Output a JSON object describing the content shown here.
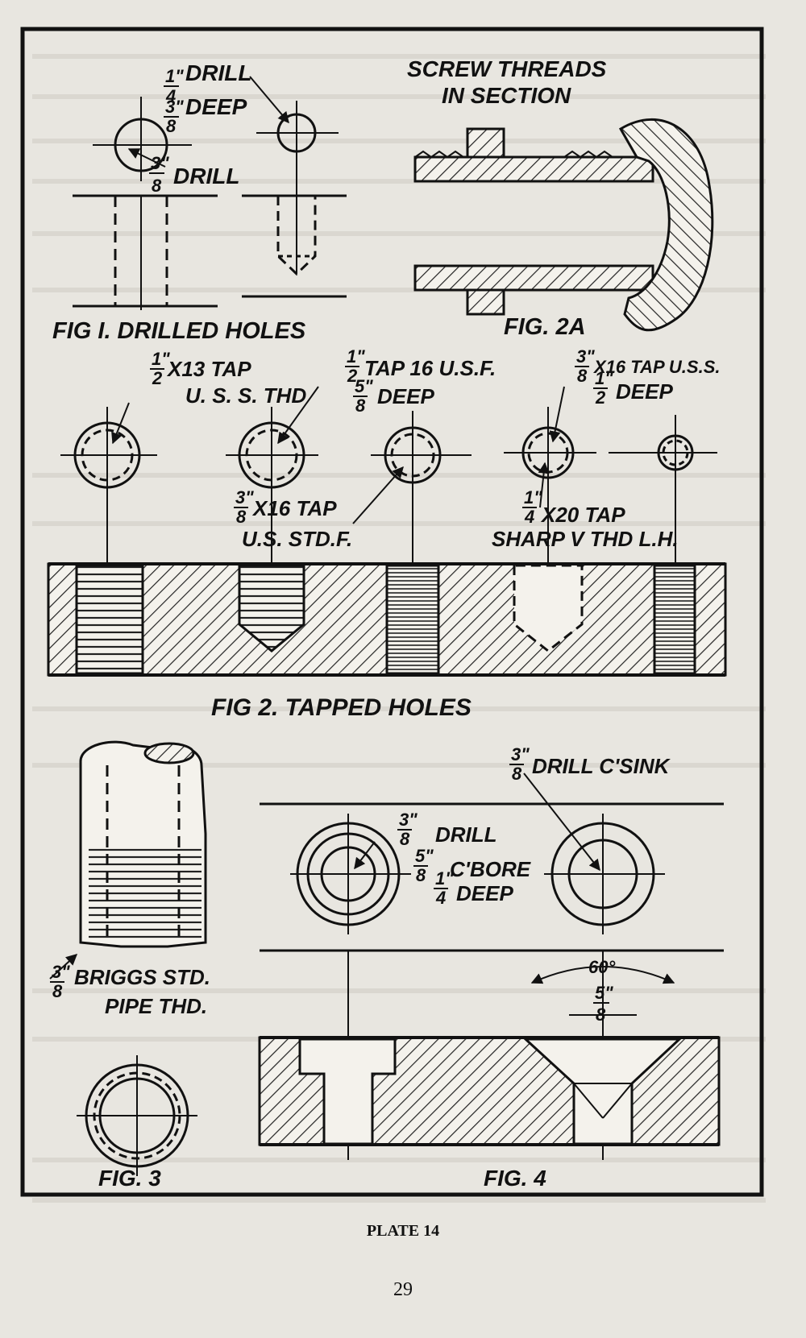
{
  "plate": {
    "caption": "PLATE 14",
    "page_number": "29"
  },
  "fig1": {
    "note_a_1": "1\"",
    "note_a_2": "4",
    "note_a_3": "DRILL",
    "note_b_1": "3\"",
    "note_b_2": "8",
    "note_b_3": "DEEP",
    "note_c_1": "3\"",
    "note_c_2": "8",
    "note_c_3": "DRILL",
    "title": "FIG I. DRILLED HOLES"
  },
  "fig2a": {
    "header_1": "SCREW THREADS",
    "header_2": "IN SECTION",
    "title": "FIG. 2A"
  },
  "fig2": {
    "n1_1": "1\"",
    "n1_2": "2",
    "n1_3": "X13 TAP",
    "n1_4": "U. S. S. THD",
    "n2_1": "1\"",
    "n2_2": "2",
    "n2_3": "TAP 16 U.S.F.",
    "n2_4": "5\"",
    "n2_5": "8",
    "n2_6": "DEEP",
    "n3_1": "3\"",
    "n3_2": "8",
    "n3_3": "X16 TAP U.S.S.",
    "n3_4": "1\"",
    "n3_5": "2",
    "n3_6": "DEEP",
    "n4_1": "3\"",
    "n4_2": "8",
    "n4_3": "X16 TAP",
    "n4_4": "U.S. STD.F.",
    "n5_1": "1\"",
    "n5_2": "4",
    "n5_3": "X20 TAP",
    "n5_4": "SHARP V THD L.H.",
    "title": "FIG 2. TAPPED HOLES"
  },
  "fig3": {
    "note_1": "3\"",
    "note_2": "8",
    "note_3": "BRIGGS STD.",
    "note_4": "PIPE THD.",
    "title": "FIG. 3"
  },
  "fig4": {
    "sink_1": "3\"",
    "sink_2": "8",
    "sink_3": "DRILL C'SINK",
    "bore_1": "3\"",
    "bore_2": "8",
    "bore_3": "DRILL",
    "bore_4": "5\"",
    "bore_5": "8",
    "bore_6": "C'BORE",
    "bore_7": "1\"",
    "bore_8": "4",
    "bore_9": "DEEP",
    "angle": "60°",
    "dia_1": "5\"",
    "dia_2": "8",
    "title": "FIG. 4"
  }
}
